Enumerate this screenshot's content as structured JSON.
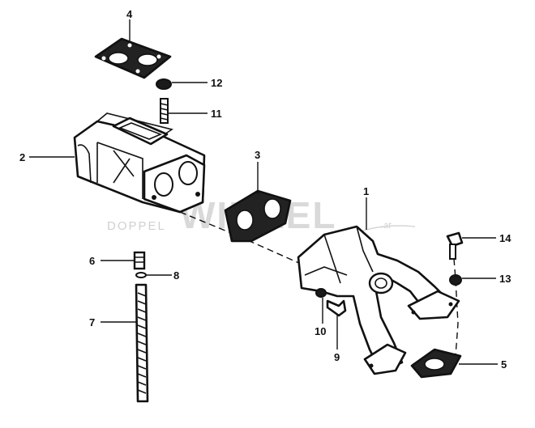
{
  "watermark": {
    "left": "DOPPEL",
    "center": "WINKEL",
    "suffix": ".at"
  },
  "callouts": [
    {
      "id": "c1",
      "label": "1"
    },
    {
      "id": "c2",
      "label": "2"
    },
    {
      "id": "c3",
      "label": "3"
    },
    {
      "id": "c4",
      "label": "4"
    },
    {
      "id": "c5",
      "label": "5"
    },
    {
      "id": "c6",
      "label": "6"
    },
    {
      "id": "c7",
      "label": "7"
    },
    {
      "id": "c8",
      "label": "8"
    },
    {
      "id": "c9",
      "label": "9"
    },
    {
      "id": "c10",
      "label": "10"
    },
    {
      "id": "c11",
      "label": "11"
    },
    {
      "id": "c12",
      "label": "12"
    },
    {
      "id": "c13",
      "label": "13"
    },
    {
      "id": "c14",
      "label": "14"
    }
  ]
}
